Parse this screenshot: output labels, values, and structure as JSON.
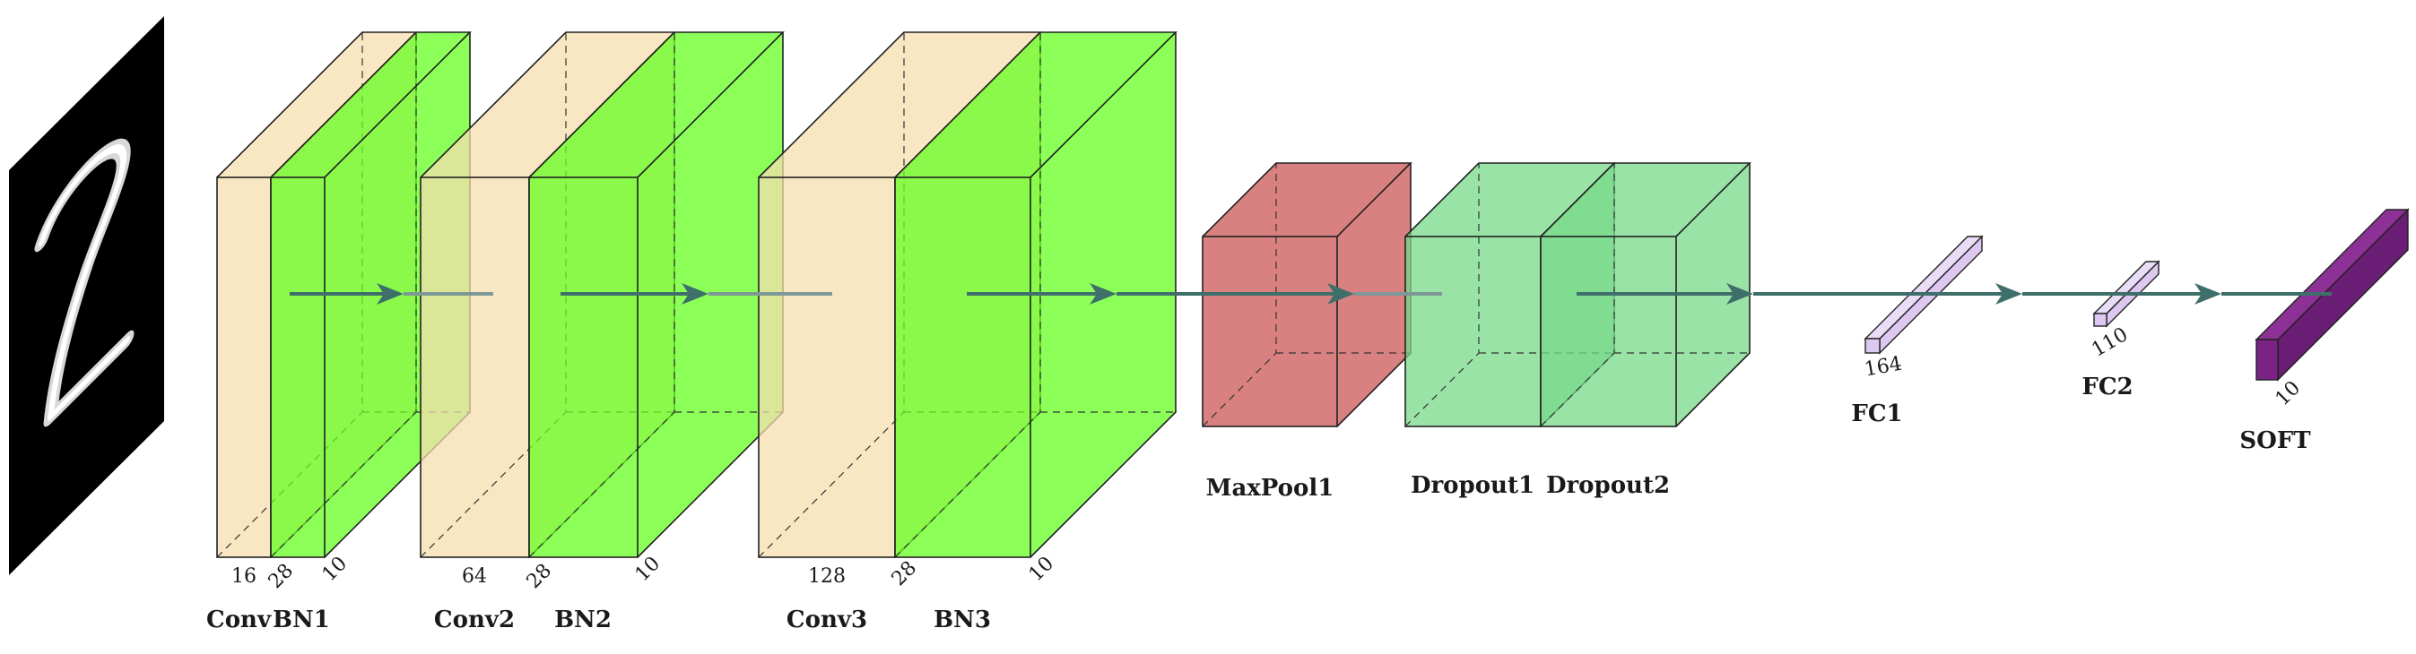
{
  "colors": {
    "conv": "#f5dfae",
    "batchnorm": "#66ff22",
    "maxpool": "#c94a4a",
    "dropout": "#77d988",
    "fc": "#dcc8f0",
    "softmax": "#7b2385",
    "arrow": "#3f6f6b"
  },
  "input": {
    "icon": "handwritten-digit-2"
  },
  "layers": [
    {
      "id": "conv1",
      "label": "Conv",
      "dims": {
        "depth": "16"
      }
    },
    {
      "id": "bn1",
      "label": "BN1",
      "dims": {
        "height": "28",
        "width": "10"
      }
    },
    {
      "id": "conv2",
      "label": "Conv2",
      "dims": {
        "depth": "64"
      }
    },
    {
      "id": "bn2",
      "label": "BN2",
      "dims": {
        "height": "28",
        "width": "10"
      }
    },
    {
      "id": "conv3",
      "label": "Conv3",
      "dims": {
        "depth": "128"
      }
    },
    {
      "id": "bn3",
      "label": "BN3",
      "dims": {
        "height": "28",
        "width": "10"
      }
    },
    {
      "id": "maxpool1",
      "label": "MaxPool1"
    },
    {
      "id": "dropout1",
      "label": "Dropout1"
    },
    {
      "id": "dropout2",
      "label": "Dropout2"
    },
    {
      "id": "fc1",
      "label": "FC1",
      "dims": {
        "size": "164"
      }
    },
    {
      "id": "fc2",
      "label": "FC2",
      "dims": {
        "size": "110"
      }
    },
    {
      "id": "soft",
      "label": "SOFT",
      "dims": {
        "size": "10"
      }
    }
  ]
}
